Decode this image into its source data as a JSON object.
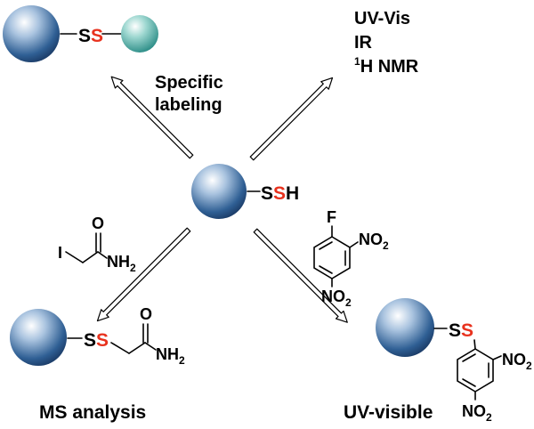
{
  "center": {
    "thiol": [
      "S",
      "S",
      "H"
    ]
  },
  "top_left": {
    "linkage": [
      "S",
      "S"
    ],
    "label": [
      "Specific",
      "labeling"
    ]
  },
  "top_right": {
    "methods": [
      "UV-Vis",
      "IR",
      "1",
      "H NMR"
    ]
  },
  "bottom_left": {
    "reagent": {
      "halogen": "I",
      "oxygen": "O",
      "amide": "NH",
      "amide_sub": "2"
    },
    "product": {
      "linkage": [
        "S",
        "S"
      ],
      "oxygen": "O",
      "amide": "NH",
      "amide_sub": "2"
    },
    "label": "MS analysis"
  },
  "bottom_right": {
    "reagent": {
      "fluoro": "F",
      "nitro_a": "NO",
      "nitro_a_sub": "2",
      "nitro_b": "NO",
      "nitro_b_sub": "2"
    },
    "product": {
      "linkage": [
        "S",
        "S"
      ],
      "nitro_a": "NO",
      "nitro_a_sub": "2",
      "nitro_b": "NO",
      "nitro_b_sub": "2"
    },
    "label": "UV-visible"
  },
  "colors": {
    "sphere_blue": "#2f5f94",
    "sphere_teal": "#3f9e98",
    "sulfur_red": "#e8321e"
  },
  "icons": [
    "blue-sphere",
    "teal-sphere",
    "double-line-arrow",
    "benzene-ring"
  ]
}
